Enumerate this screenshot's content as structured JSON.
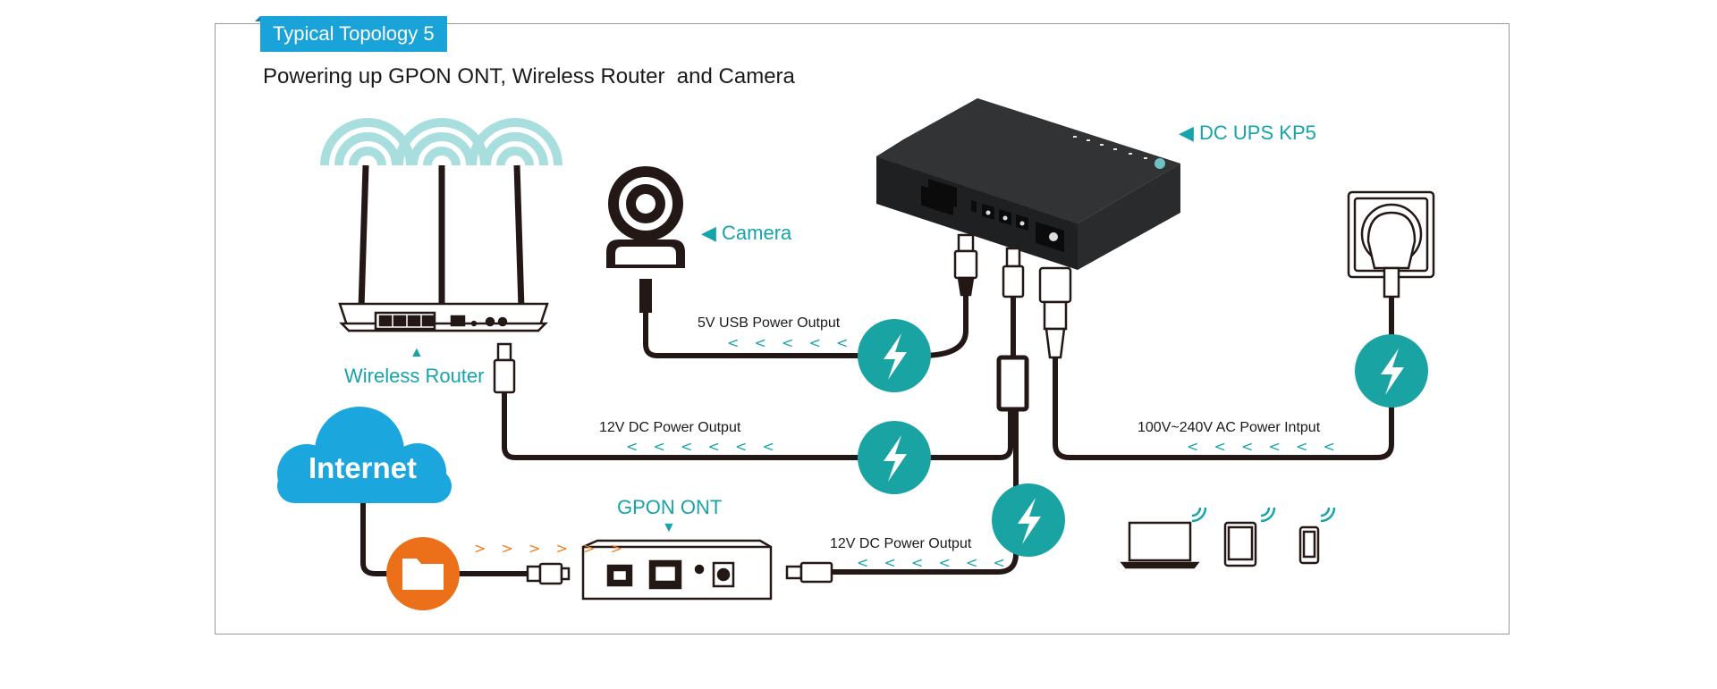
{
  "header": {
    "tag": "Typical Topology 5",
    "subtitle": "Powering up GPON ONT, Wireless Router  and Camera"
  },
  "labels": {
    "ups": "◀ DC UPS KP5",
    "camera": "◀ Camera",
    "router": "Wireless Router",
    "router_pointer": "▲",
    "gpon": "GPON ONT",
    "gpon_pointer": "▼",
    "internet": "Internet",
    "usb_output": "5V USB Power Output",
    "dc_output_router": "12V DC Power Output",
    "dc_output_gpon": "12V DC Power Output",
    "ac_input": "100V~240V AC Power Intput"
  },
  "arrow_glyphs": {
    "left": "< < < < < <",
    "right": "> > > > > >"
  },
  "colors": {
    "tag_bg": "#1aa3d9",
    "teal": "#17a3aa",
    "orange": "#ee7d1e",
    "cloud": "#1ba6dd",
    "cable": "#231815"
  },
  "icons": [
    "lightning-icon",
    "folder-icon",
    "laptop-icon",
    "tablet-icon",
    "phone-icon",
    "wifi-icon"
  ]
}
